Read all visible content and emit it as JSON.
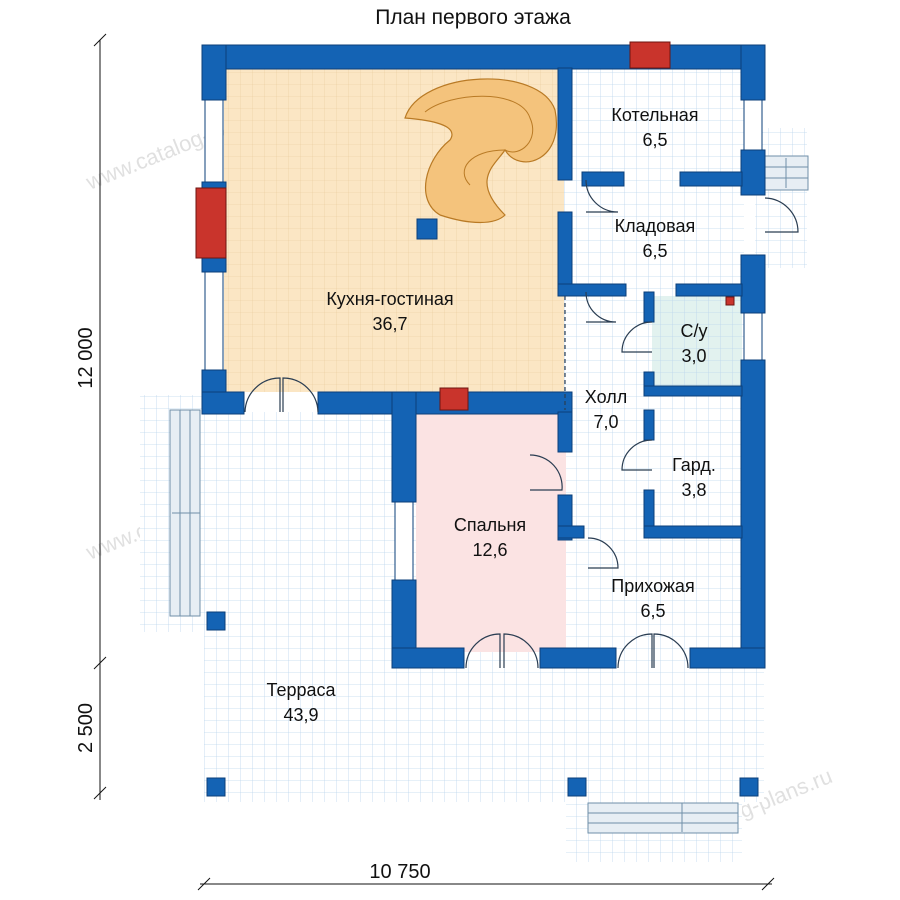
{
  "title": "План первого этажа",
  "rooms": [
    {
      "key": "kitchen",
      "name": "Кухня-гостиная",
      "area": "36,7"
    },
    {
      "key": "boiler",
      "name": "Котельная",
      "area": "6,5"
    },
    {
      "key": "storage",
      "name": "Кладовая",
      "area": "6,5"
    },
    {
      "key": "wc",
      "name": "С/у",
      "area": "3,0"
    },
    {
      "key": "hall",
      "name": "Холл",
      "area": "7,0"
    },
    {
      "key": "wardrobe",
      "name": "Гард.",
      "area": "3,8"
    },
    {
      "key": "bedroom",
      "name": "Спальня",
      "area": "12,6"
    },
    {
      "key": "entry",
      "name": "Прихожая",
      "area": "6,5"
    },
    {
      "key": "terrace",
      "name": "Терраса",
      "area": "43,9"
    }
  ],
  "dimensions": {
    "width": "10 750",
    "height_main": "12 000",
    "height_terrace": "2 500"
  },
  "watermark": "www.catalog-plans.ru",
  "colors": {
    "wall": "#1463b4",
    "wall_edge": "#0b3f7a",
    "kitchen_floor": "#fbe6c4",
    "bedroom_floor": "#fbe3e3",
    "wc_floor": "#e2f2ef",
    "tile_floor": "#ffffff",
    "grid": "#bcd6ec",
    "stair": "#f4c37c",
    "chimney": "#c9342c"
  }
}
